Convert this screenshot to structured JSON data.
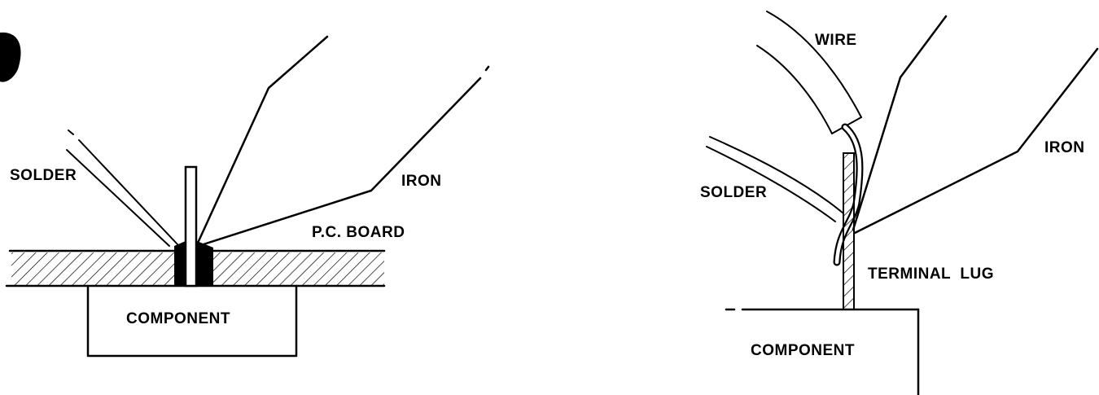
{
  "left_diagram": {
    "labels": {
      "solder": "SOLDER",
      "iron": "IRON",
      "pc_board": "P.C. BOARD",
      "component": "COMPONENT"
    }
  },
  "right_diagram": {
    "labels": {
      "wire": "WIRE",
      "solder": "SOLDER",
      "iron": "IRON",
      "terminal_lug": "TERMINAL  LUG",
      "component": "COMPONENT"
    }
  },
  "colors": {
    "ink": "#000000",
    "background": "#ffffff"
  }
}
